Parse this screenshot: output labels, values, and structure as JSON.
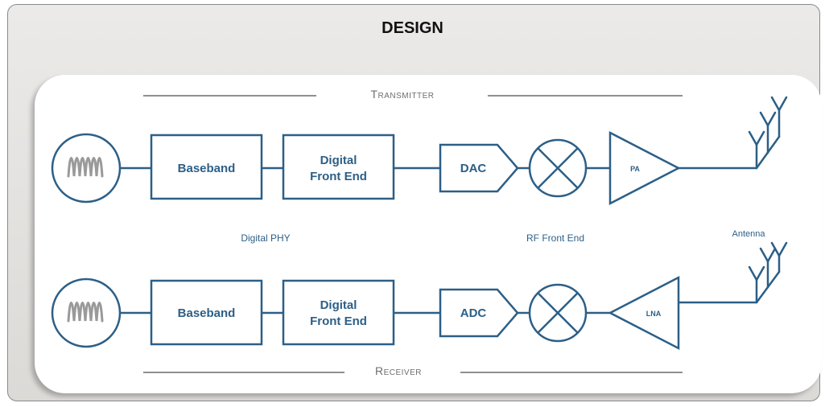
{
  "title": "DESIGN",
  "sections": {
    "transmitter": "Transmitter",
    "receiver": "Receiver"
  },
  "labels": {
    "digital_phy": "Digital PHY",
    "rf_front_end": "RF Front End",
    "antenna": "Antenna"
  },
  "tx_chain": {
    "baseband": "Baseband",
    "dfe_line1": "Digital",
    "dfe_line2": "Front End",
    "converter": "DAC",
    "amp": "PA"
  },
  "rx_chain": {
    "baseband": "Baseband",
    "dfe_line1": "Digital",
    "dfe_line2": "Front End",
    "converter": "ADC",
    "amp": "LNA"
  },
  "colors": {
    "block_stroke": "#2c5f87",
    "waveform": "#9a9a9a",
    "rule": "#8f8f8f"
  }
}
